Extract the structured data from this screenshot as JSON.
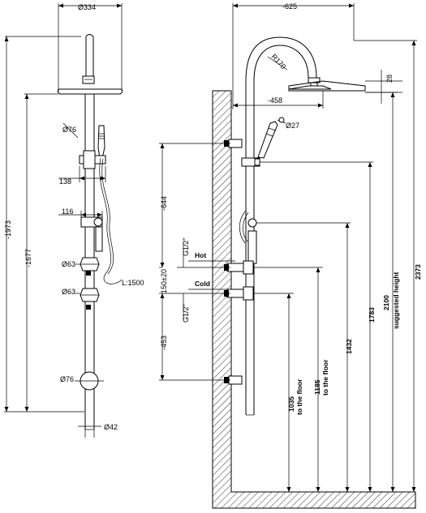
{
  "front_view": {
    "head_diameter": "Ø334",
    "overall_height": "-1973",
    "arm_height": "-1677",
    "handshower_diameter": "Ø76",
    "holder_width": "138",
    "diverter_width": "116",
    "bar_diameter_upper": "Ø63",
    "bar_diameter_lower": "Ø63",
    "hose_length": "L:1500",
    "bottom_fitting_diameter": "Ø76",
    "tube_diameter": "Ø42"
  },
  "side_view": {
    "arm_reach": "-625",
    "arm_radius": "R170",
    "head_thickness": "28",
    "wall_offset": "-458",
    "handshower_diameter": "Ø27",
    "upper_span": "-644",
    "thread_upper": "G1/2\"",
    "hot_label": "Hot",
    "inlet_spacing": "150±20",
    "cold_label": "Cold",
    "thread_lower": "G1/2\"",
    "lower_span": "-453",
    "height_1035": "1035",
    "to_floor_1": "to the floor",
    "height_1185": "1185",
    "to_floor_2": "to the floor",
    "height_1432": "1432",
    "height_1783": "1783",
    "height_2100": "2100",
    "suggested_height": "suggested height",
    "height_2373": "2373"
  }
}
